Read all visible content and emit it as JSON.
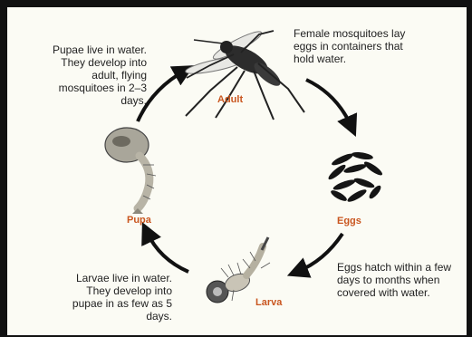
{
  "stages": {
    "adult": "Adult",
    "eggs": "Eggs",
    "larva": "Larva",
    "pupa": "Pupa"
  },
  "notes": {
    "eggs_note": "Female mosquitoes lay eggs in containers that hold water.",
    "larva_hatch_note": "Eggs hatch within a few days to months when covered with water.",
    "larva_note": "Larvae live in water. They develop into pupae in as few as 5 days.",
    "pupa_note": "Pupae live in water. They develop into adult, flying mosquitoes in 2–3 days."
  },
  "colors": {
    "stage_label": "#c9561f",
    "background": "#fbfbf4",
    "arrow": "#111111"
  },
  "icons": [
    "adult-mosquito-icon",
    "eggs-icon",
    "larva-icon",
    "pupa-icon"
  ]
}
